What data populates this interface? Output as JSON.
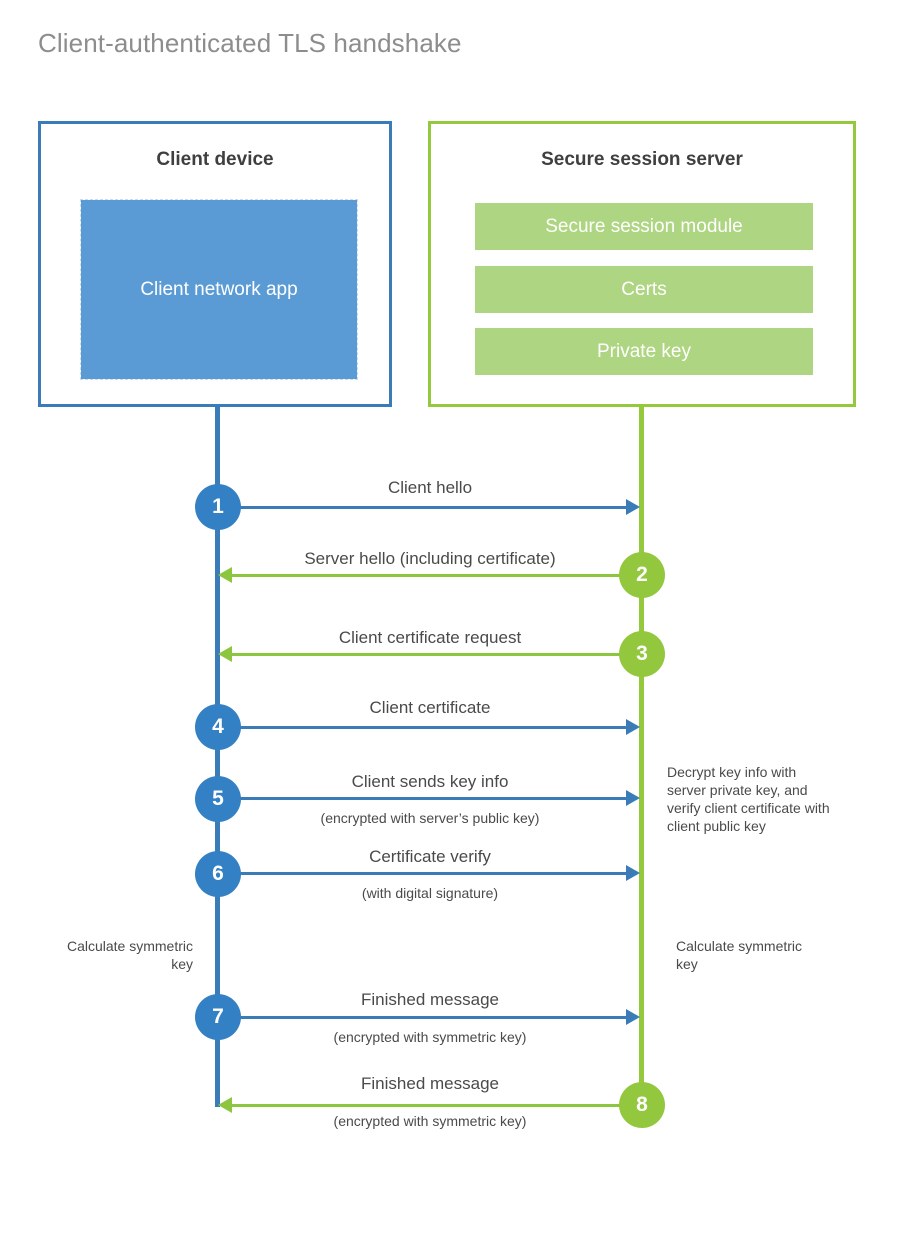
{
  "title": "Client-authenticated TLS handshake",
  "colors": {
    "client_blue": "#3a7cb8",
    "client_fill": "#5b9bd5",
    "server_green": "#95c93d",
    "server_fill": "#aed581",
    "badge_blue": "#3480c4",
    "badge_green": "#93c83e",
    "arrow_green": "#8cc63f",
    "title_gray": "#8d8d8d",
    "text_gray": "#4a4a4a"
  },
  "client": {
    "title": "Client device",
    "app_label": "Client network app"
  },
  "server": {
    "title": "Secure session server",
    "modules": [
      {
        "label": "Secure session module"
      },
      {
        "label": "Certs"
      },
      {
        "label": "Private key"
      }
    ]
  },
  "steps": [
    {
      "number": "1",
      "label": "Client hello",
      "sublabel": "",
      "direction": "client-to-server",
      "color": "blue"
    },
    {
      "number": "2",
      "label": "Server hello (including certificate)",
      "sublabel": "",
      "direction": "server-to-client",
      "color": "green"
    },
    {
      "number": "3",
      "label": "Client certificate request",
      "sublabel": "",
      "direction": "server-to-client",
      "color": "green"
    },
    {
      "number": "4",
      "label": "Client certificate",
      "sublabel": "",
      "direction": "client-to-server",
      "color": "blue"
    },
    {
      "number": "5",
      "label": "Client sends key info",
      "sublabel": "(encrypted with server’s public key)",
      "direction": "client-to-server",
      "color": "blue"
    },
    {
      "number": "6",
      "label": "Certificate verify",
      "sublabel": "(with digital signature)",
      "direction": "client-to-server",
      "color": "blue"
    },
    {
      "number": "7",
      "label": "Finished message",
      "sublabel": "(encrypted with symmetric key)",
      "direction": "client-to-server",
      "color": "blue"
    },
    {
      "number": "8",
      "label": "Finished message",
      "sublabel": "(encrypted with symmetric key)",
      "direction": "server-to-client",
      "color": "green"
    }
  ],
  "annotations": {
    "server_decrypt": "Decrypt key info with server private key, and verify client certificate with client public key",
    "client_calculate": "Calculate symmetric key",
    "server_calculate": "Calculate symmetric key"
  }
}
